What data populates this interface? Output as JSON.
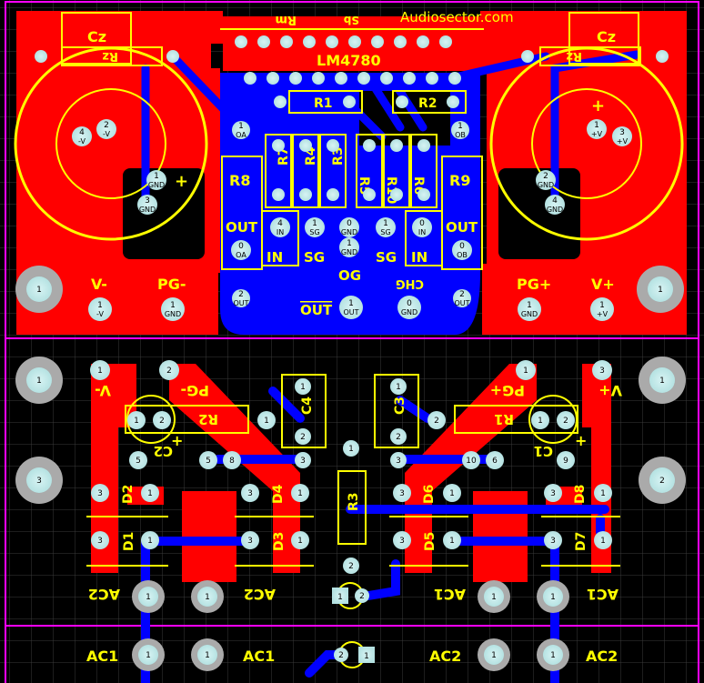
{
  "board": {
    "site": "Audiosector.com",
    "ic": "LM4780",
    "top_labels": {
      "cz_left": "Cz",
      "cz_right": "Cz",
      "rz_left": "Rz",
      "rz_right": "Rz",
      "rm": "Rm",
      "sb": "Sb",
      "r1": "R1",
      "r2": "R2",
      "r8": "R8",
      "r9": "R9",
      "r7": "R7",
      "r4": "R4",
      "r3": "R3",
      "r5": "R5",
      "r10": "R10",
      "r6": "R6",
      "out_left": "OUT",
      "out_right": "OUT",
      "out_center": "OUT",
      "in_left": "IN",
      "in_right": "IN",
      "sg_left": "SG",
      "sg_right": "SG",
      "og": "OG",
      "chg": "CHG",
      "vminus": "V-",
      "pgminus": "PG-",
      "pgplus": "PG+",
      "vplus": "V+",
      "plus_left": "+",
      "plus_right": "+",
      "plus_cap_left": "+",
      "plus_cap_right": "+"
    },
    "bottom_labels": {
      "vminus": "V-",
      "pgminus": "PG-",
      "pgplus": "PG+",
      "vplus": "V+",
      "r2": "R2",
      "r1": "R1",
      "c2": "C2",
      "c1": "C1",
      "c4": "C4",
      "c3": "C3",
      "r3": "R3",
      "d1": "D1",
      "d2": "D2",
      "d3": "D3",
      "d4": "D4",
      "d5": "D5",
      "d6": "D6",
      "d7": "D7",
      "d8": "D8",
      "ac2_a": "AC2",
      "ac2_b": "AC2",
      "ac1_a": "AC1",
      "ac1_b": "AC1",
      "plus_c2": "+",
      "plus_c1": "+"
    },
    "third_labels": {
      "ac1_a": "AC1",
      "ac1_b": "AC1",
      "ac2_a": "AC2",
      "ac2_b": "AC2"
    },
    "pads": {
      "p1": "1",
      "p2": "2",
      "p3": "3",
      "p4": "4",
      "p5": "5",
      "p6": "6",
      "p8": "8",
      "p9": "9",
      "p10": "10",
      "p0": "0",
      "gnd": "GND",
      "vm": "-V",
      "vp": "+V",
      "oa": "OA",
      "ob": "OB",
      "in": "IN",
      "sg": "SG",
      "out": "OUT"
    },
    "colors": {
      "copper_top": "#ff0000",
      "copper_bottom": "#0000ff",
      "silk": "#ffff00",
      "outline": "#ff00ff",
      "grid": "#3a3a3a"
    }
  }
}
